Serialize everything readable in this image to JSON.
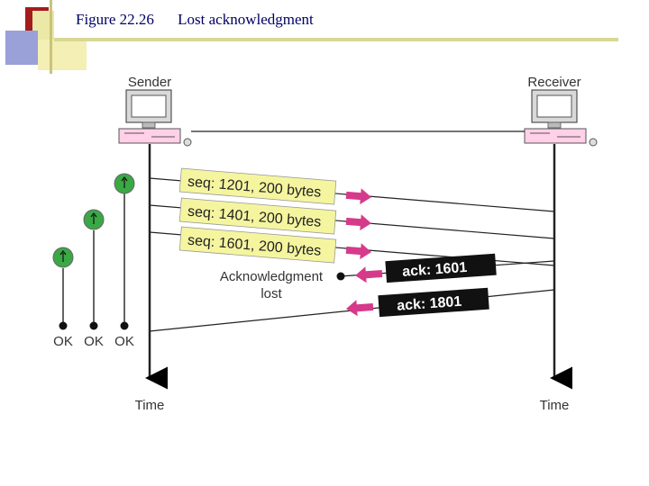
{
  "slide": {
    "figure_number": "Figure 22.26",
    "figure_title": "Lost acknowledgment"
  },
  "diagram": {
    "sender_label": "Sender",
    "receiver_label": "Receiver",
    "time_label_left": "Time",
    "time_label_right": "Time",
    "segments": [
      {
        "label": "seq: 1201, 200 bytes"
      },
      {
        "label": "seq: 1401, 200 bytes"
      },
      {
        "label": "seq: 1601, 200 bytes"
      }
    ],
    "acks": [
      {
        "label": "ack: 1601"
      },
      {
        "label": "ack: 1801"
      }
    ],
    "lost_note_line1": "Acknowledgment",
    "lost_note_line2": "lost",
    "ok_labels": [
      "OK",
      "OK",
      "OK"
    ]
  },
  "colors": {
    "segment_fill": "#f5f5a0",
    "ack_fill": "#111111",
    "arrow_pink": "#d63a8a",
    "timer_green": "#3aa845",
    "title_color": "#000066",
    "deco_red": "#a51c1c",
    "deco_yellow": "#e8e8a0",
    "deco_blue": "#8a8fcf"
  }
}
